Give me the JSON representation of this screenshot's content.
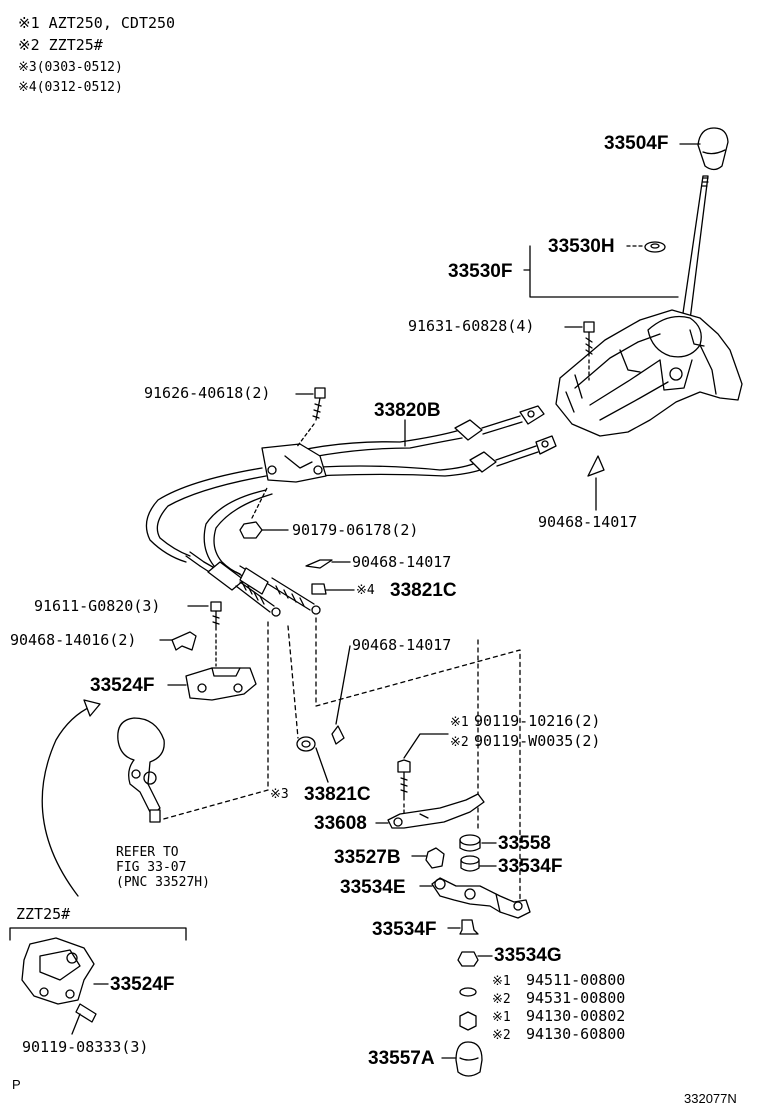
{
  "notes": [
    "※1 AZT250, CDT250",
    "※2 ZZT25#",
    "※3(0303-0512)",
    "※4(0312-0512)"
  ],
  "parts": {
    "p33504F": "33504F",
    "p33530H": "33530H",
    "p33530F": "33530F",
    "p91631": "91631-60828(4)",
    "p91626": "91626-40618(2)",
    "p33820B": "33820B",
    "p90179": "90179-06178(2)",
    "p90468a": "90468-14017",
    "p90468b": "90468-14017",
    "p90468c": "90468-14017",
    "p33821C_top": "33821C",
    "mark4": "※4",
    "p91611": "91611-G0820(3)",
    "p90468_16": "90468-14016(2)",
    "p33524F_top": "33524F",
    "mark1a": "※1",
    "p90119_10216": "90119-10216(2)",
    "mark2a": "※2",
    "p90119_W0035": "90119-W0035(2)",
    "mark3": "※3",
    "p33821C_bot": "33821C",
    "p33608": "33608",
    "p33558": "33558",
    "p33527B": "33527B",
    "p33534F_a": "33534F",
    "p33534E": "33534E",
    "p33534F_b": "33534F",
    "p33534G": "33534G",
    "mark1b": "※1",
    "p94511": "94511-00800",
    "mark2b": "※2",
    "p94531": "94531-00800",
    "mark1c": "※1",
    "p94130_00802": "94130-00802",
    "mark2c": "※2",
    "p94130_60800": "94130-60800",
    "p33557A": "33557A",
    "p33524F_bot": "33524F",
    "p90119_08333": "90119-08333(3)"
  },
  "refer": [
    "REFER TO",
    "FIG 33-07",
    "(PNC 33527H)"
  ],
  "zzt_label": "ZZT25#",
  "corner_left": "P",
  "corner_right": "332077N"
}
